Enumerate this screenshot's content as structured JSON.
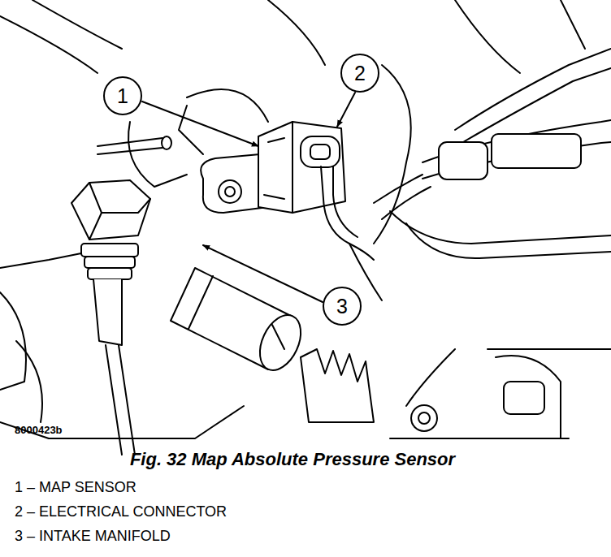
{
  "diagram": {
    "caption": "Fig. 32 Map Absolute Pressure Sensor",
    "nodes": [
      {
        "text": [
          "1"
        ]
      },
      {
        "text": [
          "2"
        ]
      },
      {
        "text": [
          "3"
        ]
      }
    ],
    "edges": [],
    "labels": [
      "8000423b",
      "1 – MAP SENSOR",
      "2 – ELECTRICAL CONNECTOR",
      "3 – INTAKE MANIFOLD"
    ]
  }
}
